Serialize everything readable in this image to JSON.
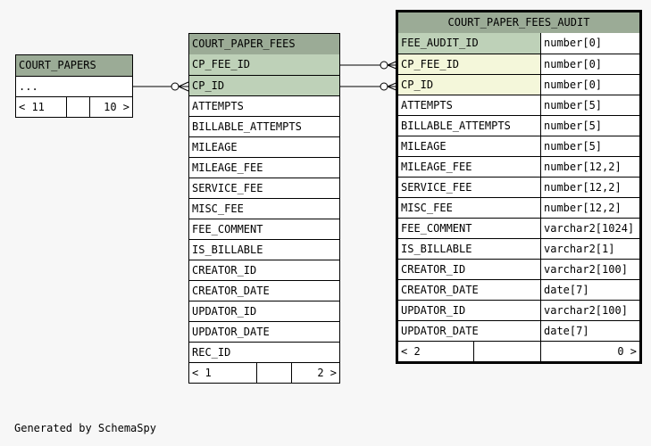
{
  "court_papers": {
    "title": "COURT_PAPERS",
    "rows": [
      "..."
    ],
    "footer": {
      "left": "< 11",
      "right": "10 >"
    }
  },
  "court_paper_fees": {
    "title": "COURT_PAPER_FEES",
    "rows": [
      "CP_FEE_ID",
      "CP_ID",
      "ATTEMPTS",
      "BILLABLE_ATTEMPTS",
      "MILEAGE",
      "MILEAGE_FEE",
      "SERVICE_FEE",
      "MISC_FEE",
      "FEE_COMMENT",
      "IS_BILLABLE",
      "CREATOR_ID",
      "CREATOR_DATE",
      "UPDATOR_ID",
      "UPDATOR_DATE",
      "REC_ID"
    ],
    "footer": {
      "left": "< 1",
      "right": "2 >"
    }
  },
  "court_paper_fees_audit": {
    "title": "COURT_PAPER_FEES_AUDIT",
    "rows": [
      {
        "name": "FEE_AUDIT_ID",
        "type": "number[0]"
      },
      {
        "name": "CP_FEE_ID",
        "type": "number[0]"
      },
      {
        "name": "CP_ID",
        "type": "number[0]"
      },
      {
        "name": "ATTEMPTS",
        "type": "number[5]"
      },
      {
        "name": "BILLABLE_ATTEMPTS",
        "type": "number[5]"
      },
      {
        "name": "MILEAGE",
        "type": "number[5]"
      },
      {
        "name": "MILEAGE_FEE",
        "type": "number[12,2]"
      },
      {
        "name": "SERVICE_FEE",
        "type": "number[12,2]"
      },
      {
        "name": "MISC_FEE",
        "type": "number[12,2]"
      },
      {
        "name": "FEE_COMMENT",
        "type": "varchar2[1024]"
      },
      {
        "name": "IS_BILLABLE",
        "type": "varchar2[1]"
      },
      {
        "name": "CREATOR_ID",
        "type": "varchar2[100]"
      },
      {
        "name": "CREATOR_DATE",
        "type": "date[7]"
      },
      {
        "name": "UPDATOR_ID",
        "type": "varchar2[100]"
      },
      {
        "name": "UPDATOR_DATE",
        "type": "date[7]"
      }
    ],
    "footer": {
      "left": "< 2",
      "right": "0 >"
    }
  },
  "credit": "Generated by SchemaSpy",
  "colors": {
    "header": "#9bab96",
    "primary_key": "#bed1b8",
    "foreign_key": "#f4f7da",
    "background": "#f7f7f7"
  }
}
